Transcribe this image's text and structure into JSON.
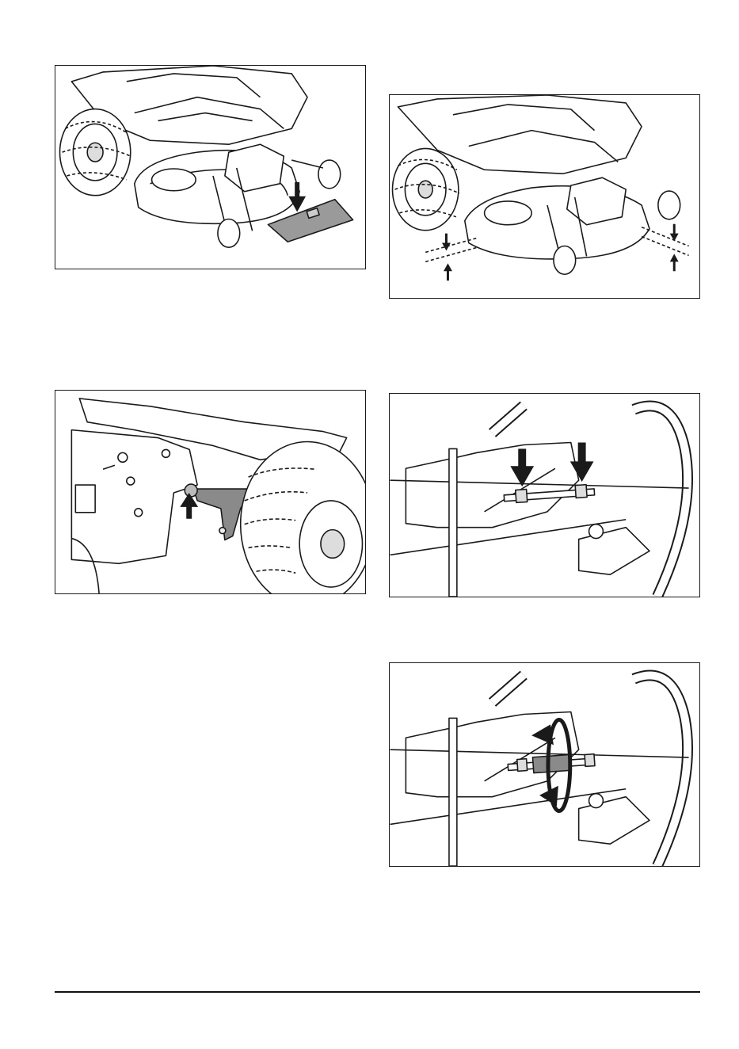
{
  "page": {
    "figures": [
      {
        "id": "fig1",
        "icon": "mower-deck-on-board-illustration"
      },
      {
        "id": "fig2",
        "icon": "mower-deck-height-measure-illustration"
      },
      {
        "id": "fig3",
        "icon": "deck-pivot-pin-illustration"
      },
      {
        "id": "fig4",
        "icon": "adjustment-rod-nuts-illustration"
      },
      {
        "id": "fig5",
        "icon": "adjustment-rod-rotate-illustration"
      }
    ],
    "colors": {
      "line": "#1a1a1a",
      "shade": "#9a9a9a",
      "dark": "#3a3a3a"
    }
  }
}
